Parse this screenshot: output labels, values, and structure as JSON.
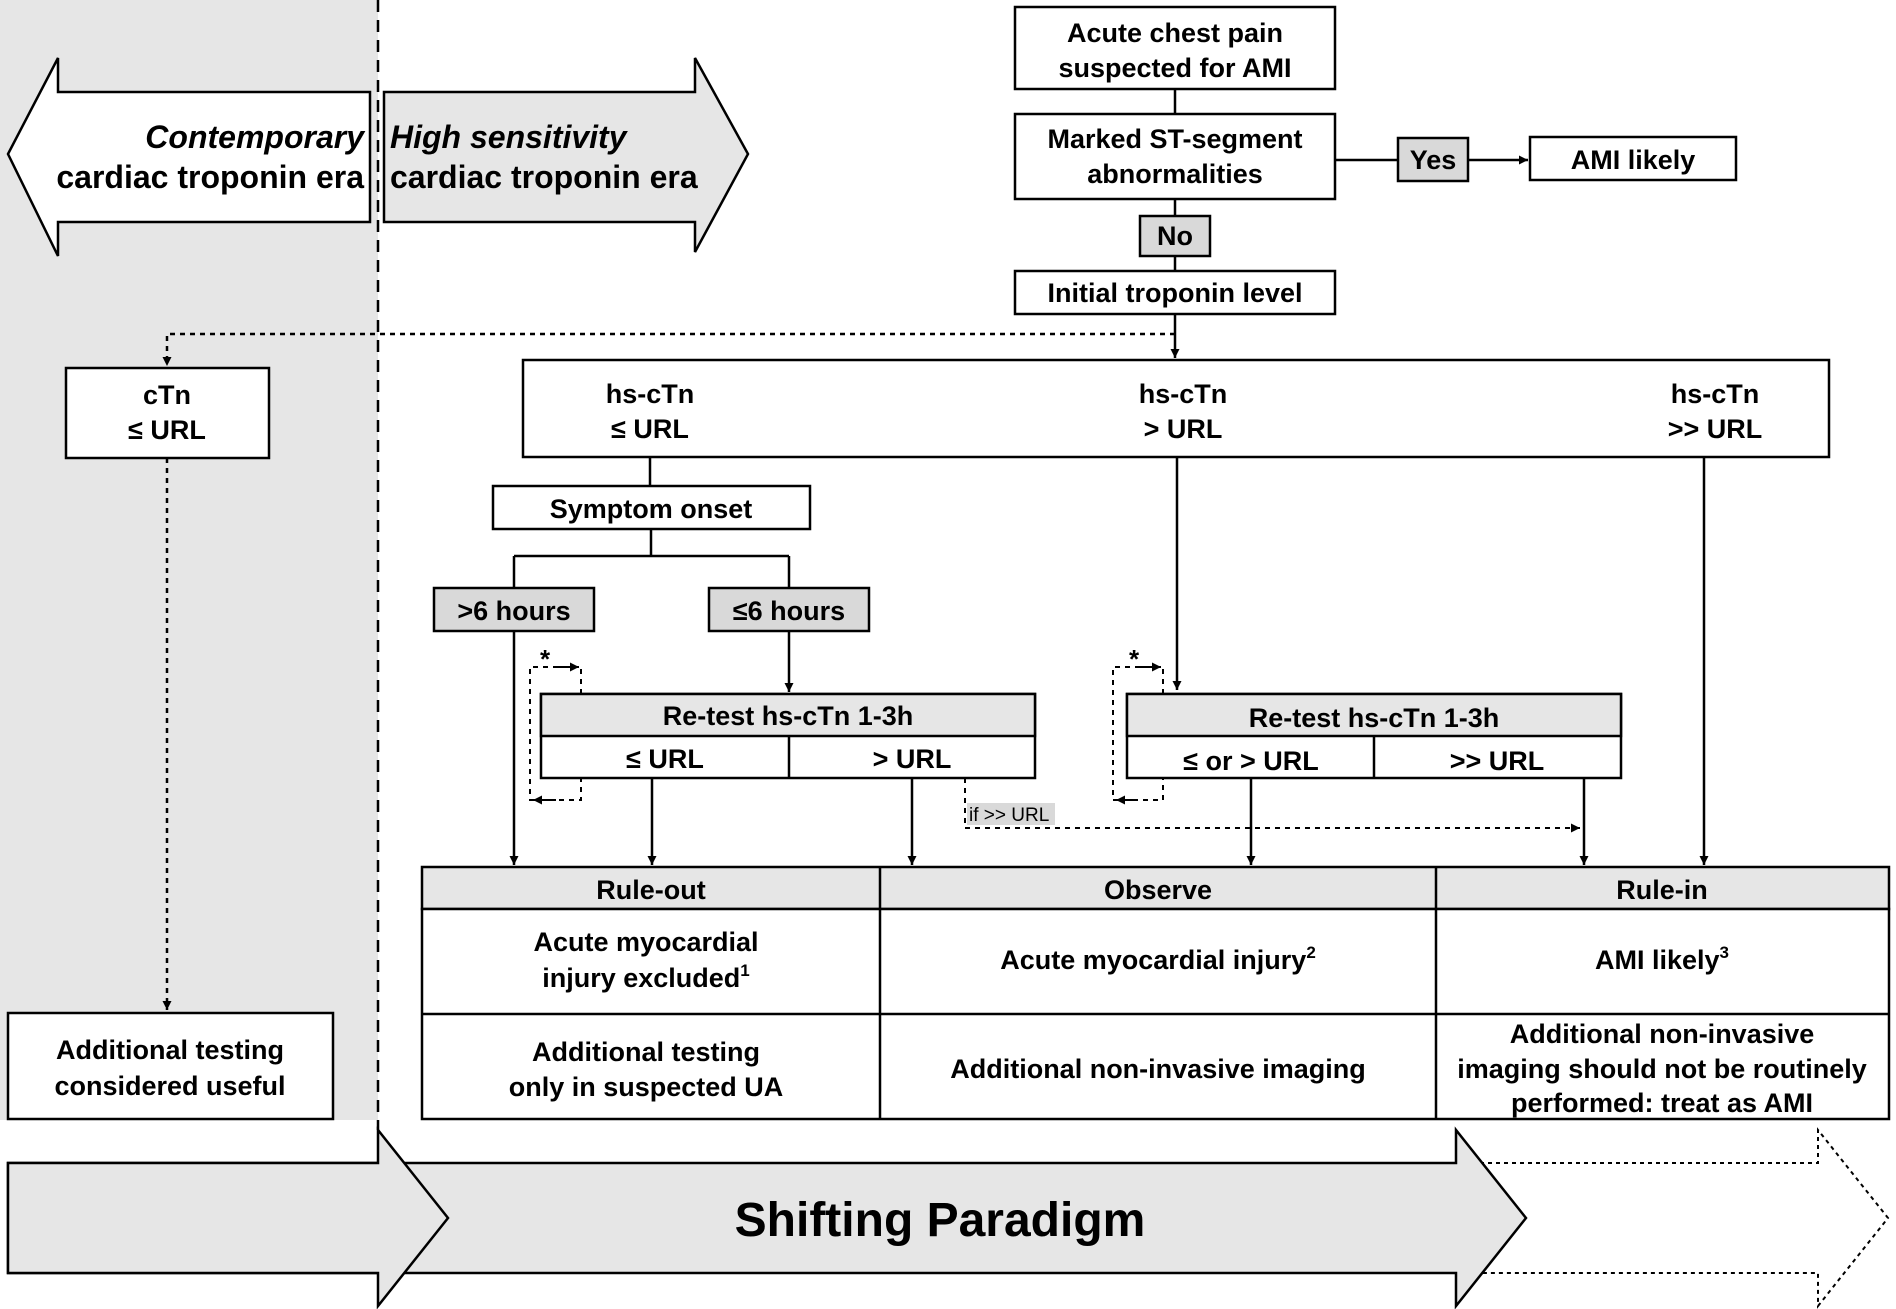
{
  "eras": {
    "contemporary": {
      "line1": "Contemporary",
      "line2": "cardiac troponin era"
    },
    "high_sensitivity": {
      "line1": "High sensitivity",
      "line2": "cardiac troponin era"
    }
  },
  "nodes": {
    "chest_pain": [
      "Acute chest pain",
      "suspected for AMI"
    ],
    "st_segment": [
      "Marked ST-segment",
      "abnormalities"
    ],
    "yes_label": "Yes",
    "ami_likely_top": "AMI likely",
    "no_label": "No",
    "initial_troponin": "Initial troponin level",
    "ctn": [
      "cTn",
      "≤ URL"
    ],
    "additional_testing_ctn": [
      "Additional testing",
      "considered useful"
    ],
    "hs_ctn_le": [
      "hs-cTn",
      "≤ URL"
    ],
    "hs_ctn_gt": [
      "hs-cTn",
      "> URL"
    ],
    "hs_ctn_gg": [
      "hs-cTn",
      ">> URL"
    ],
    "symptom_onset": "Symptom onset",
    "gt6h": ">6 hours",
    "le6h": "≤6 hours",
    "retest_left": {
      "title": "Re-test hs-cTn 1-3h",
      "left": "≤ URL",
      "right": "> URL"
    },
    "retest_right": {
      "title": "Re-test hs-cTn 1-3h",
      "left": "≤ or > URL",
      "right": ">> URL"
    },
    "if_gg_url": "if >> URL",
    "asterisk": "*"
  },
  "outcome_table": {
    "headers": [
      "Rule-out",
      "Observe",
      "Rule-in"
    ],
    "row1": {
      "ruleout": [
        "Acute myocardial",
        "injury excluded",
        "1"
      ],
      "observe": [
        "Acute myocardial injury",
        "2"
      ],
      "rulein": [
        "AMI likely",
        "3"
      ]
    },
    "row2": {
      "ruleout": [
        "Additional testing",
        "only in suspected UA"
      ],
      "observe": [
        "Additional non-invasive imaging"
      ],
      "rulein": [
        "Additional non-invasive",
        "imaging should not be routinely",
        "performed: treat as AMI"
      ]
    }
  },
  "banner": "Shifting Paradigm",
  "colors": {
    "panel_gray": "#e6e6e6",
    "label_gray": "#d9d9d9",
    "stroke": "#000000"
  }
}
